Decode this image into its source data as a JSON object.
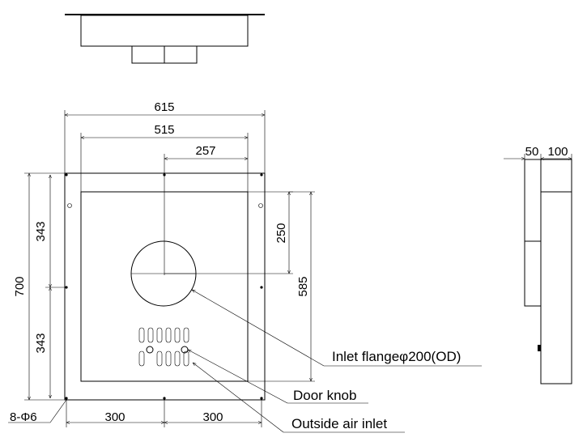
{
  "dimensions": {
    "width_615": "615",
    "width_515": "515",
    "width_257": "257",
    "height_700": "700",
    "height_343_top": "343",
    "height_343_bottom": "343",
    "height_250": "250",
    "height_585": "585",
    "pitch_300_left": "300",
    "pitch_300_right": "300",
    "hole_spec": "8-Φ6",
    "side_50": "50",
    "side_100": "100"
  },
  "labels": {
    "inlet_flange": "Inlet flangeφ200(OD)",
    "door_knob": "Door knob",
    "outside_air_inlet": "Outside air inlet"
  }
}
